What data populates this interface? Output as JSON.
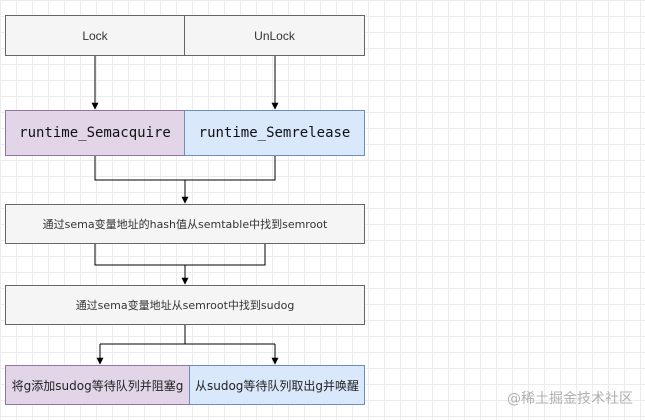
{
  "nodes": {
    "lock": "Lock",
    "unlock": "UnLock",
    "semacquire": "runtime_Semacquire",
    "semrelease": "runtime_Semrelease",
    "find_semroot": "通过sema变量地址的hash值从semtable中找到semroot",
    "find_sudog": "通过sema变量地址从semroot中找到sudog",
    "enqueue_block": "将g添加sudog等待队列并阻塞g",
    "dequeue_wake": "从sudog等待队列取出g并唤醒"
  },
  "watermark": "@稀土掘金技术社区",
  "colors": {
    "plain_fill": "#f5f5f5",
    "plain_stroke": "#666666",
    "purple_fill": "#e1d5e7",
    "purple_stroke": "#9673a6",
    "blue_fill": "#dae8fc",
    "blue_stroke": "#6c8ebf",
    "edge": "#000000"
  }
}
